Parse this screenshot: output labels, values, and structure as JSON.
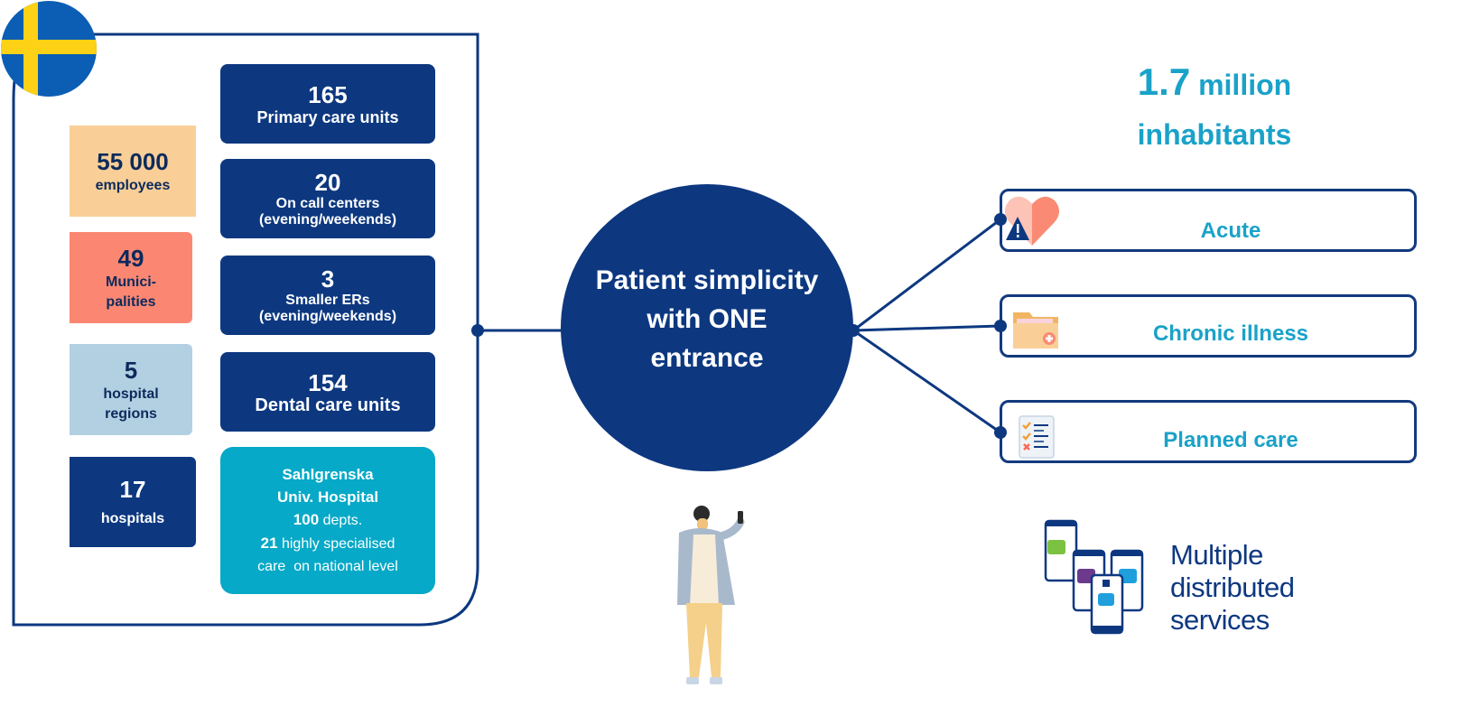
{
  "stats_left": [
    {
      "id": "employees",
      "number": "55 000",
      "label": "employees"
    },
    {
      "id": "municipalities",
      "number": "49",
      "label": "Munici-\npalities"
    },
    {
      "id": "hospital-regions",
      "number": "5",
      "label": "hospital\nregions"
    },
    {
      "id": "hospitals",
      "number": "17",
      "label": "hospitals"
    }
  ],
  "units": [
    {
      "id": "primary-care",
      "number": "165",
      "label": "Primary care units"
    },
    {
      "id": "on-call",
      "number": "20",
      "label": "On call centers\n(evening/weekends)"
    },
    {
      "id": "smaller-ers",
      "number": "3",
      "label": "Smaller ERs\n(evening/weekends)"
    },
    {
      "id": "dental",
      "number": "154",
      "label": "Dental care units"
    }
  ],
  "hospital_box": {
    "line1": "Sahlgrenska",
    "line2": "Univ. Hospital",
    "depts_num": "100",
    "depts_text": " depts.",
    "spec_num": "21",
    "spec_text": " highly specialised",
    "spec_text2": "care  on national level"
  },
  "center": {
    "text": "Patient simplicity\nwith ONE\nentrance"
  },
  "population": {
    "number": "1.7",
    "unit": " million",
    "line2": "inhabitants"
  },
  "care_types": [
    {
      "id": "acute",
      "label": "Acute",
      "icon": "heart-alert-icon"
    },
    {
      "id": "chronic",
      "label": "Chronic illness",
      "icon": "medical-folder-icon"
    },
    {
      "id": "planned",
      "label": "Planned care",
      "icon": "checklist-icon"
    }
  ],
  "services": {
    "text": "Multiple\ndistributed\nservices",
    "icon": "phones-chat-icon"
  },
  "colors": {
    "navy": "#0d3880",
    "teal": "#1aa2c8",
    "employees": "#f9cf97",
    "municipalities": "#fb8772",
    "regions": "#b3d0e3",
    "hospital": "#06a9c7"
  },
  "flag": "sweden-flag-icon",
  "person": "person-with-phone"
}
